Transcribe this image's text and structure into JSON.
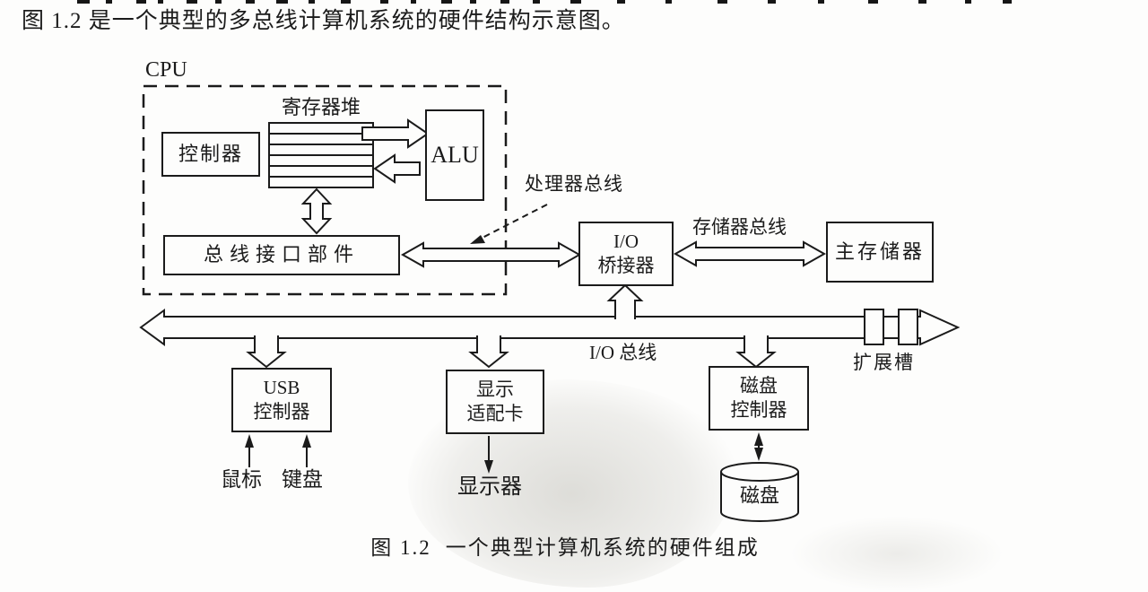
{
  "page": {
    "intro_text": "图 1.2 是一个典型的多总线计算机系统的硬件结构示意图。",
    "caption_prefix": "图 1.2",
    "caption_text": "一个典型计算机系统的硬件组成"
  },
  "diagram": {
    "cpu": {
      "label": "CPU",
      "controller": "控制器",
      "register_file": "寄存器堆",
      "alu": "ALU",
      "bus_interface": "总线接口部件"
    },
    "buses": {
      "processor_bus": "处理器总线",
      "memory_bus": "存储器总线",
      "io_bus": "I/O 总线",
      "expansion_slot": "扩展槽"
    },
    "components": {
      "io_bridge": "I/O\n桥接器",
      "main_memory": "主存储器",
      "usb_controller": "USB\n控制器",
      "display_adapter": "显示\n适配卡",
      "disk_controller": "磁盘\n控制器",
      "disk": "磁盘"
    },
    "peripherals": {
      "mouse": "鼠标",
      "keyboard": "键盘",
      "monitor": "显示器"
    }
  }
}
